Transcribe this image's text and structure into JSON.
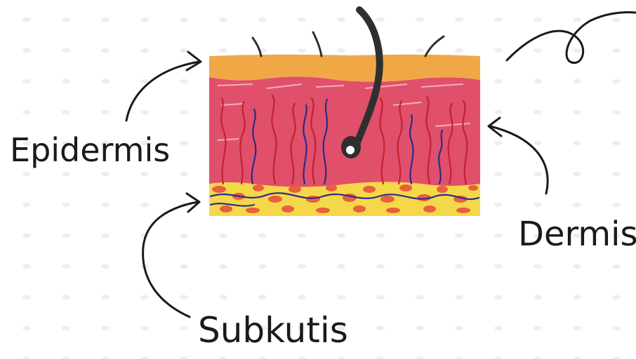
{
  "labels": {
    "epidermis": "Epidermis",
    "dermis": "Dermis",
    "subkutis": "Subkutis"
  },
  "colors": {
    "epidermis_layer": "#f0a847",
    "dermis_layer": "#e0506a",
    "subcutis_fat": "#f5d84a",
    "subcutis_cells": "#e9603c",
    "artery": "#c42133",
    "vein": "#2a2b8c",
    "hair": "#2f2f2f",
    "ink": "#1a1a1a"
  }
}
